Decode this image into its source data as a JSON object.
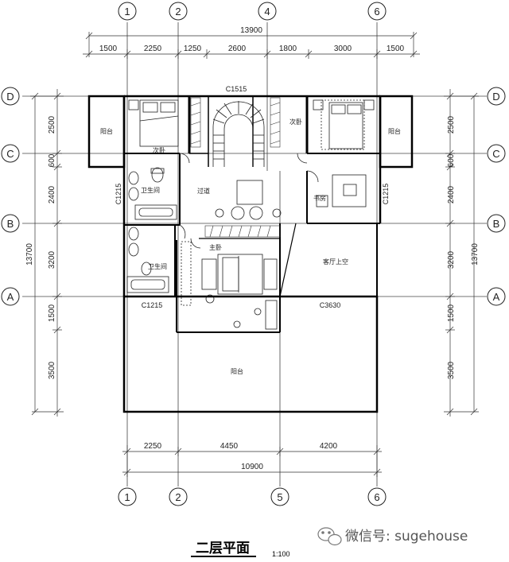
{
  "drawing": {
    "title": "二层平面",
    "scale": "1:100"
  },
  "grid": {
    "top_axes": [
      "1",
      "2",
      "4",
      "6"
    ],
    "bottom_axes": [
      "1",
      "2",
      "5",
      "6"
    ],
    "row_axes": [
      "D",
      "C",
      "B",
      "A"
    ]
  },
  "dimensions": {
    "top_total": "13900",
    "top_segments": [
      "1500",
      "2250",
      "1250",
      "2600",
      "1800",
      "3000",
      "1500"
    ],
    "left_total": "13700",
    "left_segments": [
      "2500",
      "600",
      "2400",
      "3200",
      "1500",
      "3500"
    ],
    "right_total": "13700",
    "right_segments": [
      "2500",
      "600",
      "2400",
      "3200",
      "1500",
      "3500"
    ],
    "bottom_total": "10900",
    "bottom_segments": [
      "2250",
      "4450",
      "4200"
    ]
  },
  "rooms": {
    "balcony_left": "阳台",
    "bedroom_left": "次卧",
    "bedroom_right": "次卧",
    "balcony_right": "阳台",
    "bathroom_upper": "卫生间",
    "corridor": "过道",
    "study": "书房",
    "bathroom_lower": "卫生间",
    "master": "主卧",
    "void": "客厅上空",
    "balcony_bottom": "阳台"
  },
  "windows": {
    "top": "C1515",
    "left_a": "C1215",
    "right_a": "C1215",
    "left_b": "C1215",
    "bottom": "C3630"
  },
  "watermark": {
    "text": "微信号: sugehouse",
    "icon": "wechat-icon"
  }
}
